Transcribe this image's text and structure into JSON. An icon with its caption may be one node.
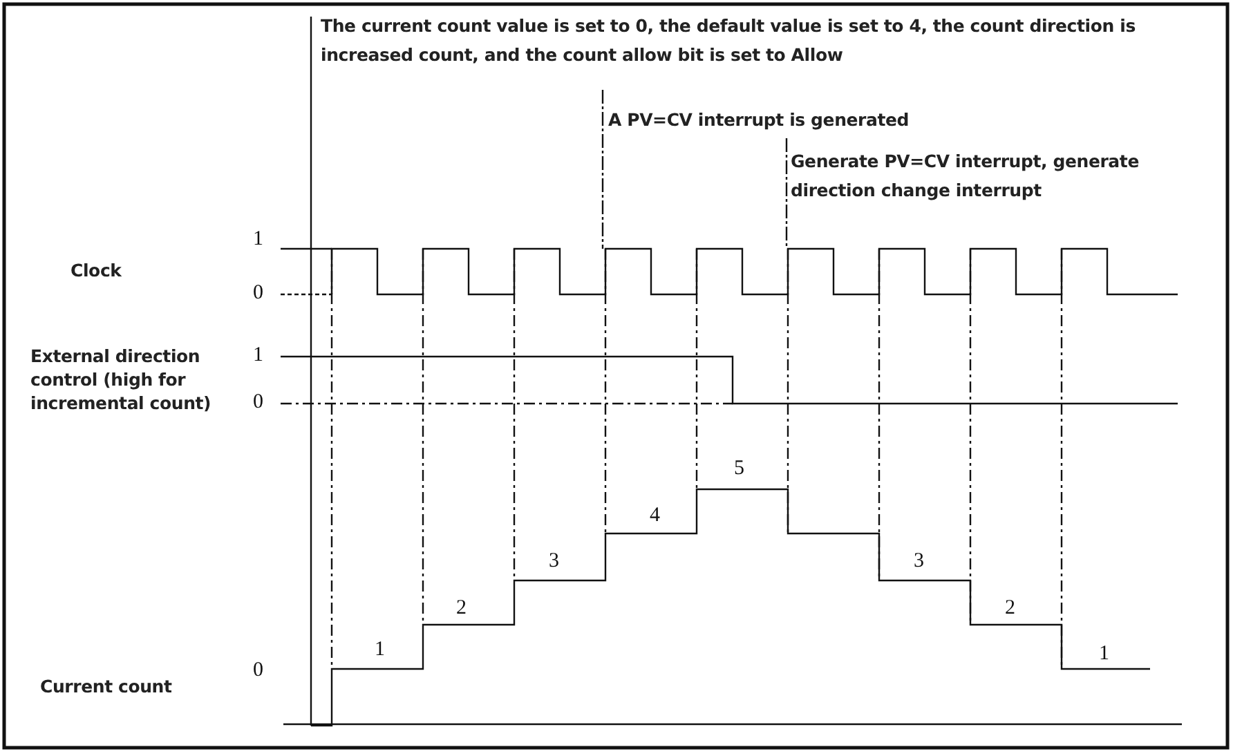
{
  "diagram": {
    "labels": [
      "The current count value is set to 0, the default value is set to 4, the count direction is increased count, and the count allow bit is set to Allow",
      "A PV=CV interrupt is generated",
      "Generate PV=CV interrupt, generate direction change interrupt",
      "1",
      "Clock",
      "0",
      "External direction control (high for incremental count)",
      "1",
      "0",
      "5",
      "4",
      "3",
      "3",
      "2",
      "2",
      "1",
      "1",
      "0",
      "Current count"
    ]
  }
}
